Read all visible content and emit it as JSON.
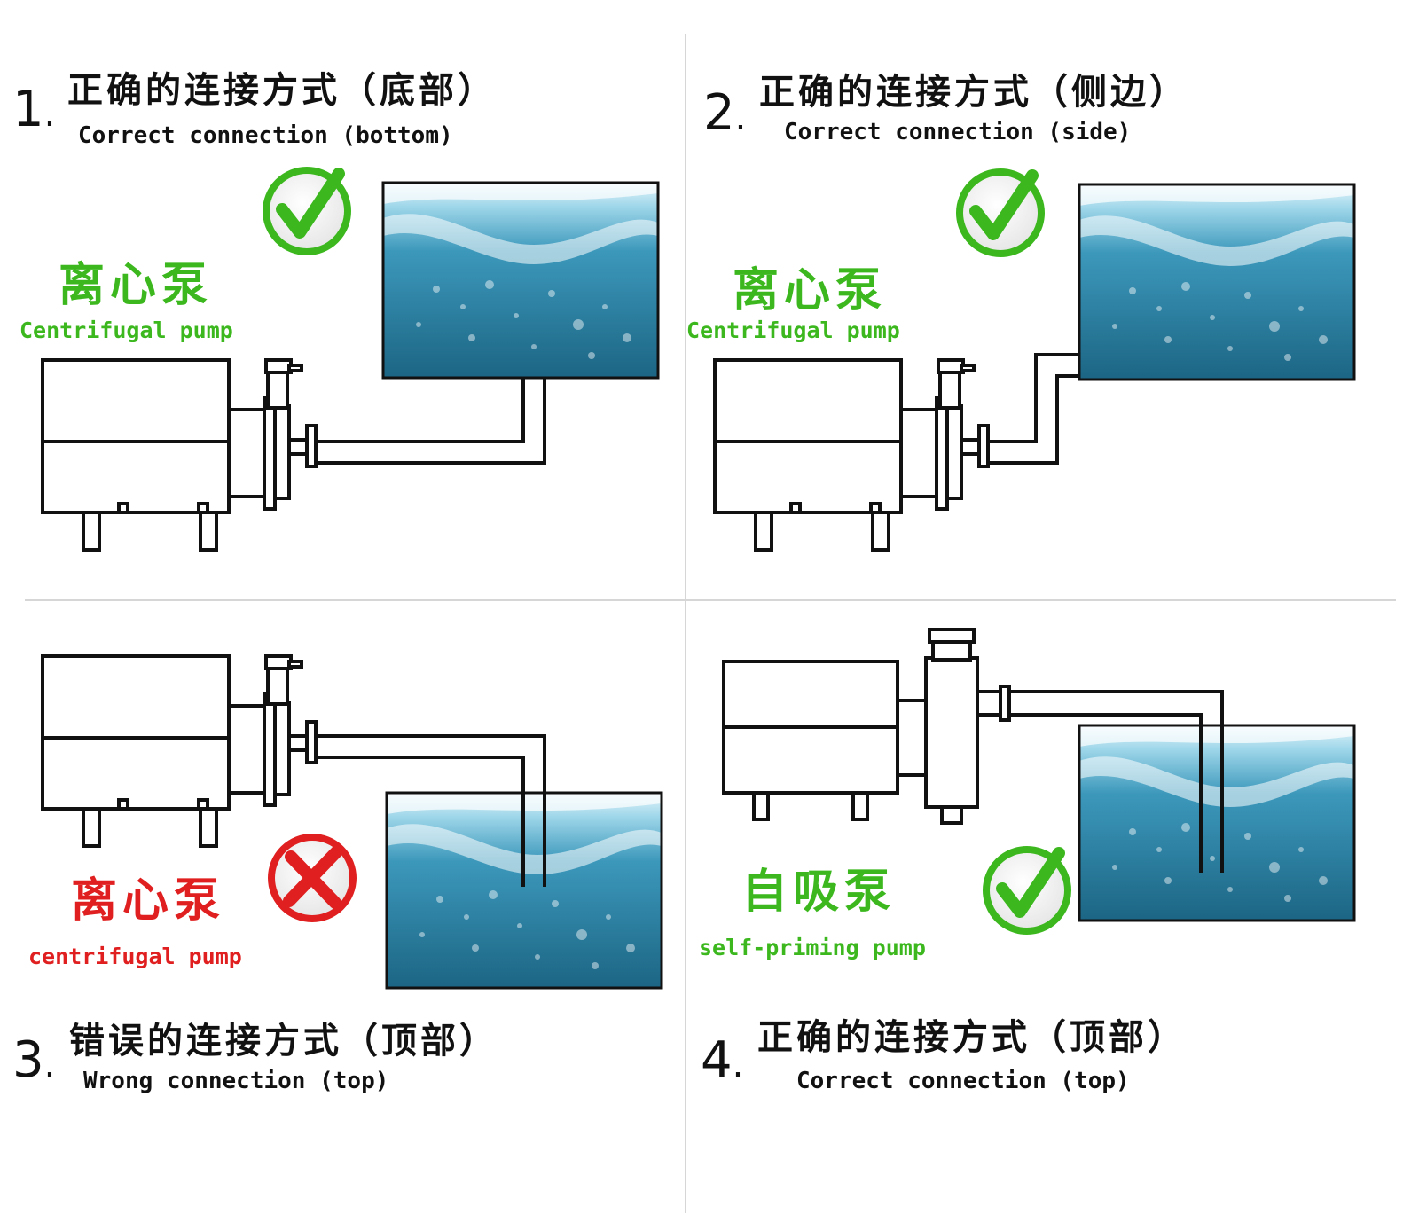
{
  "panels": [
    {
      "number": "1",
      "title_cn": "正确的连接方式（底部）",
      "title_en": "Correct connection (bottom)",
      "pump_cn": "离心泵",
      "pump_en": "Centrifugal pump",
      "status": "correct"
    },
    {
      "number": "2",
      "title_cn": "正确的连接方式（侧边）",
      "title_en": "Correct connection (side)",
      "pump_cn": "离心泵",
      "pump_en": "Centrifugal pump",
      "status": "correct"
    },
    {
      "number": "3",
      "title_cn": "错误的连接方式（顶部）",
      "title_en": "Wrong connection (top)",
      "pump_cn": "离心泵",
      "pump_en": "centrifugal pump",
      "status": "wrong"
    },
    {
      "number": "4",
      "title_cn": "正确的连接方式（顶部）",
      "title_en": "Correct connection (top)",
      "pump_cn": "自吸泵",
      "pump_en": "self-priming pump",
      "status": "correct"
    }
  ],
  "dot": ".",
  "colors": {
    "correct": "#3cb81e",
    "wrong": "#e02020",
    "water_dark": "#1f6f8f",
    "water_light": "#5fb8d6",
    "line": "#111111"
  },
  "icons": {
    "correct": "check-icon",
    "wrong": "cross-icon"
  }
}
